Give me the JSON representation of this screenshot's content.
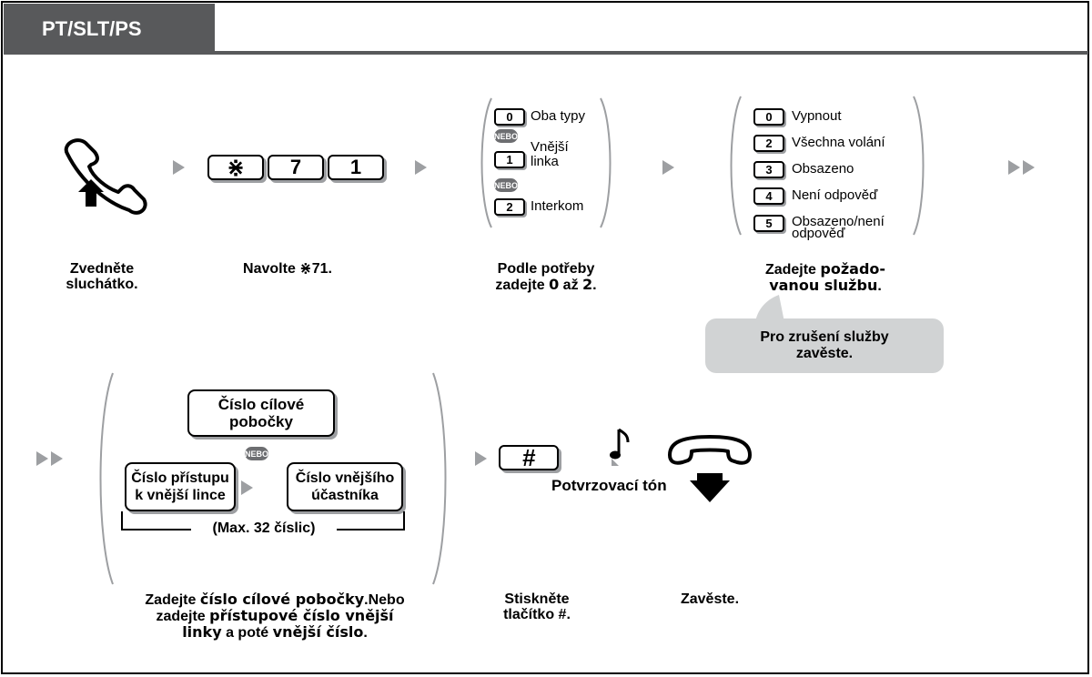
{
  "header": {
    "title": "PT/SLT/PS"
  },
  "keys": {
    "star": "⋇",
    "seven": "7",
    "one": "1",
    "hash": "#"
  },
  "menu_a": {
    "items": [
      {
        "key": "0",
        "label": "Oba typy"
      },
      {
        "key": "1",
        "label": "Vnější\nlinka"
      },
      {
        "key": "2",
        "label": "Interkom"
      }
    ],
    "or": "NEBO"
  },
  "menu_b": {
    "items": [
      {
        "key": "0",
        "label": "Vypnout"
      },
      {
        "key": "2",
        "label": "Všechna volání"
      },
      {
        "key": "3",
        "label": "Obsazeno"
      },
      {
        "key": "4",
        "label": "Není odpověď"
      },
      {
        "key": "5",
        "label": "Obsazeno/není\nodpověď"
      }
    ]
  },
  "steps": {
    "s1": "Zvedněte\nsluchátko.",
    "s2": {
      "pre": "Navolte ",
      "star": "⋇",
      "post": "71."
    },
    "s3": {
      "l1": "Podle potřeby",
      "l2a": "zadejte ",
      "b1": "0",
      "l2b": " až ",
      "b2": "2",
      "l2c": "."
    },
    "s4": {
      "l1a": "Zadejte ",
      "b1": "požado-",
      "b2": "vanou službu",
      "l2c": "."
    },
    "s5": {
      "a": "Zadejte ",
      "b1": "číslo cílové pobočky",
      "c": ".Nebo",
      "d": "zadejte ",
      "b2": "přístupové číslo vnější",
      "b3": "linky",
      "e": " a poté ",
      "b4": "vnější číslo",
      "f": "."
    },
    "s6": {
      "l1": "Stiskněte",
      "l2a": "tlačítko ",
      "b": "#",
      "l2c": "."
    },
    "s7": "Zavěste."
  },
  "cancel_note": "Pro zrušení služby\nzavěste.",
  "destination": {
    "target": "Číslo cílové\npobočky",
    "or": "NEBO",
    "access": "Číslo přístupu\nk vnější lince",
    "outside": "Číslo vnějšího\núčastníka",
    "max": "(Max. 32 číslic)"
  },
  "confirm_tone": "Potvrzovací tón"
}
